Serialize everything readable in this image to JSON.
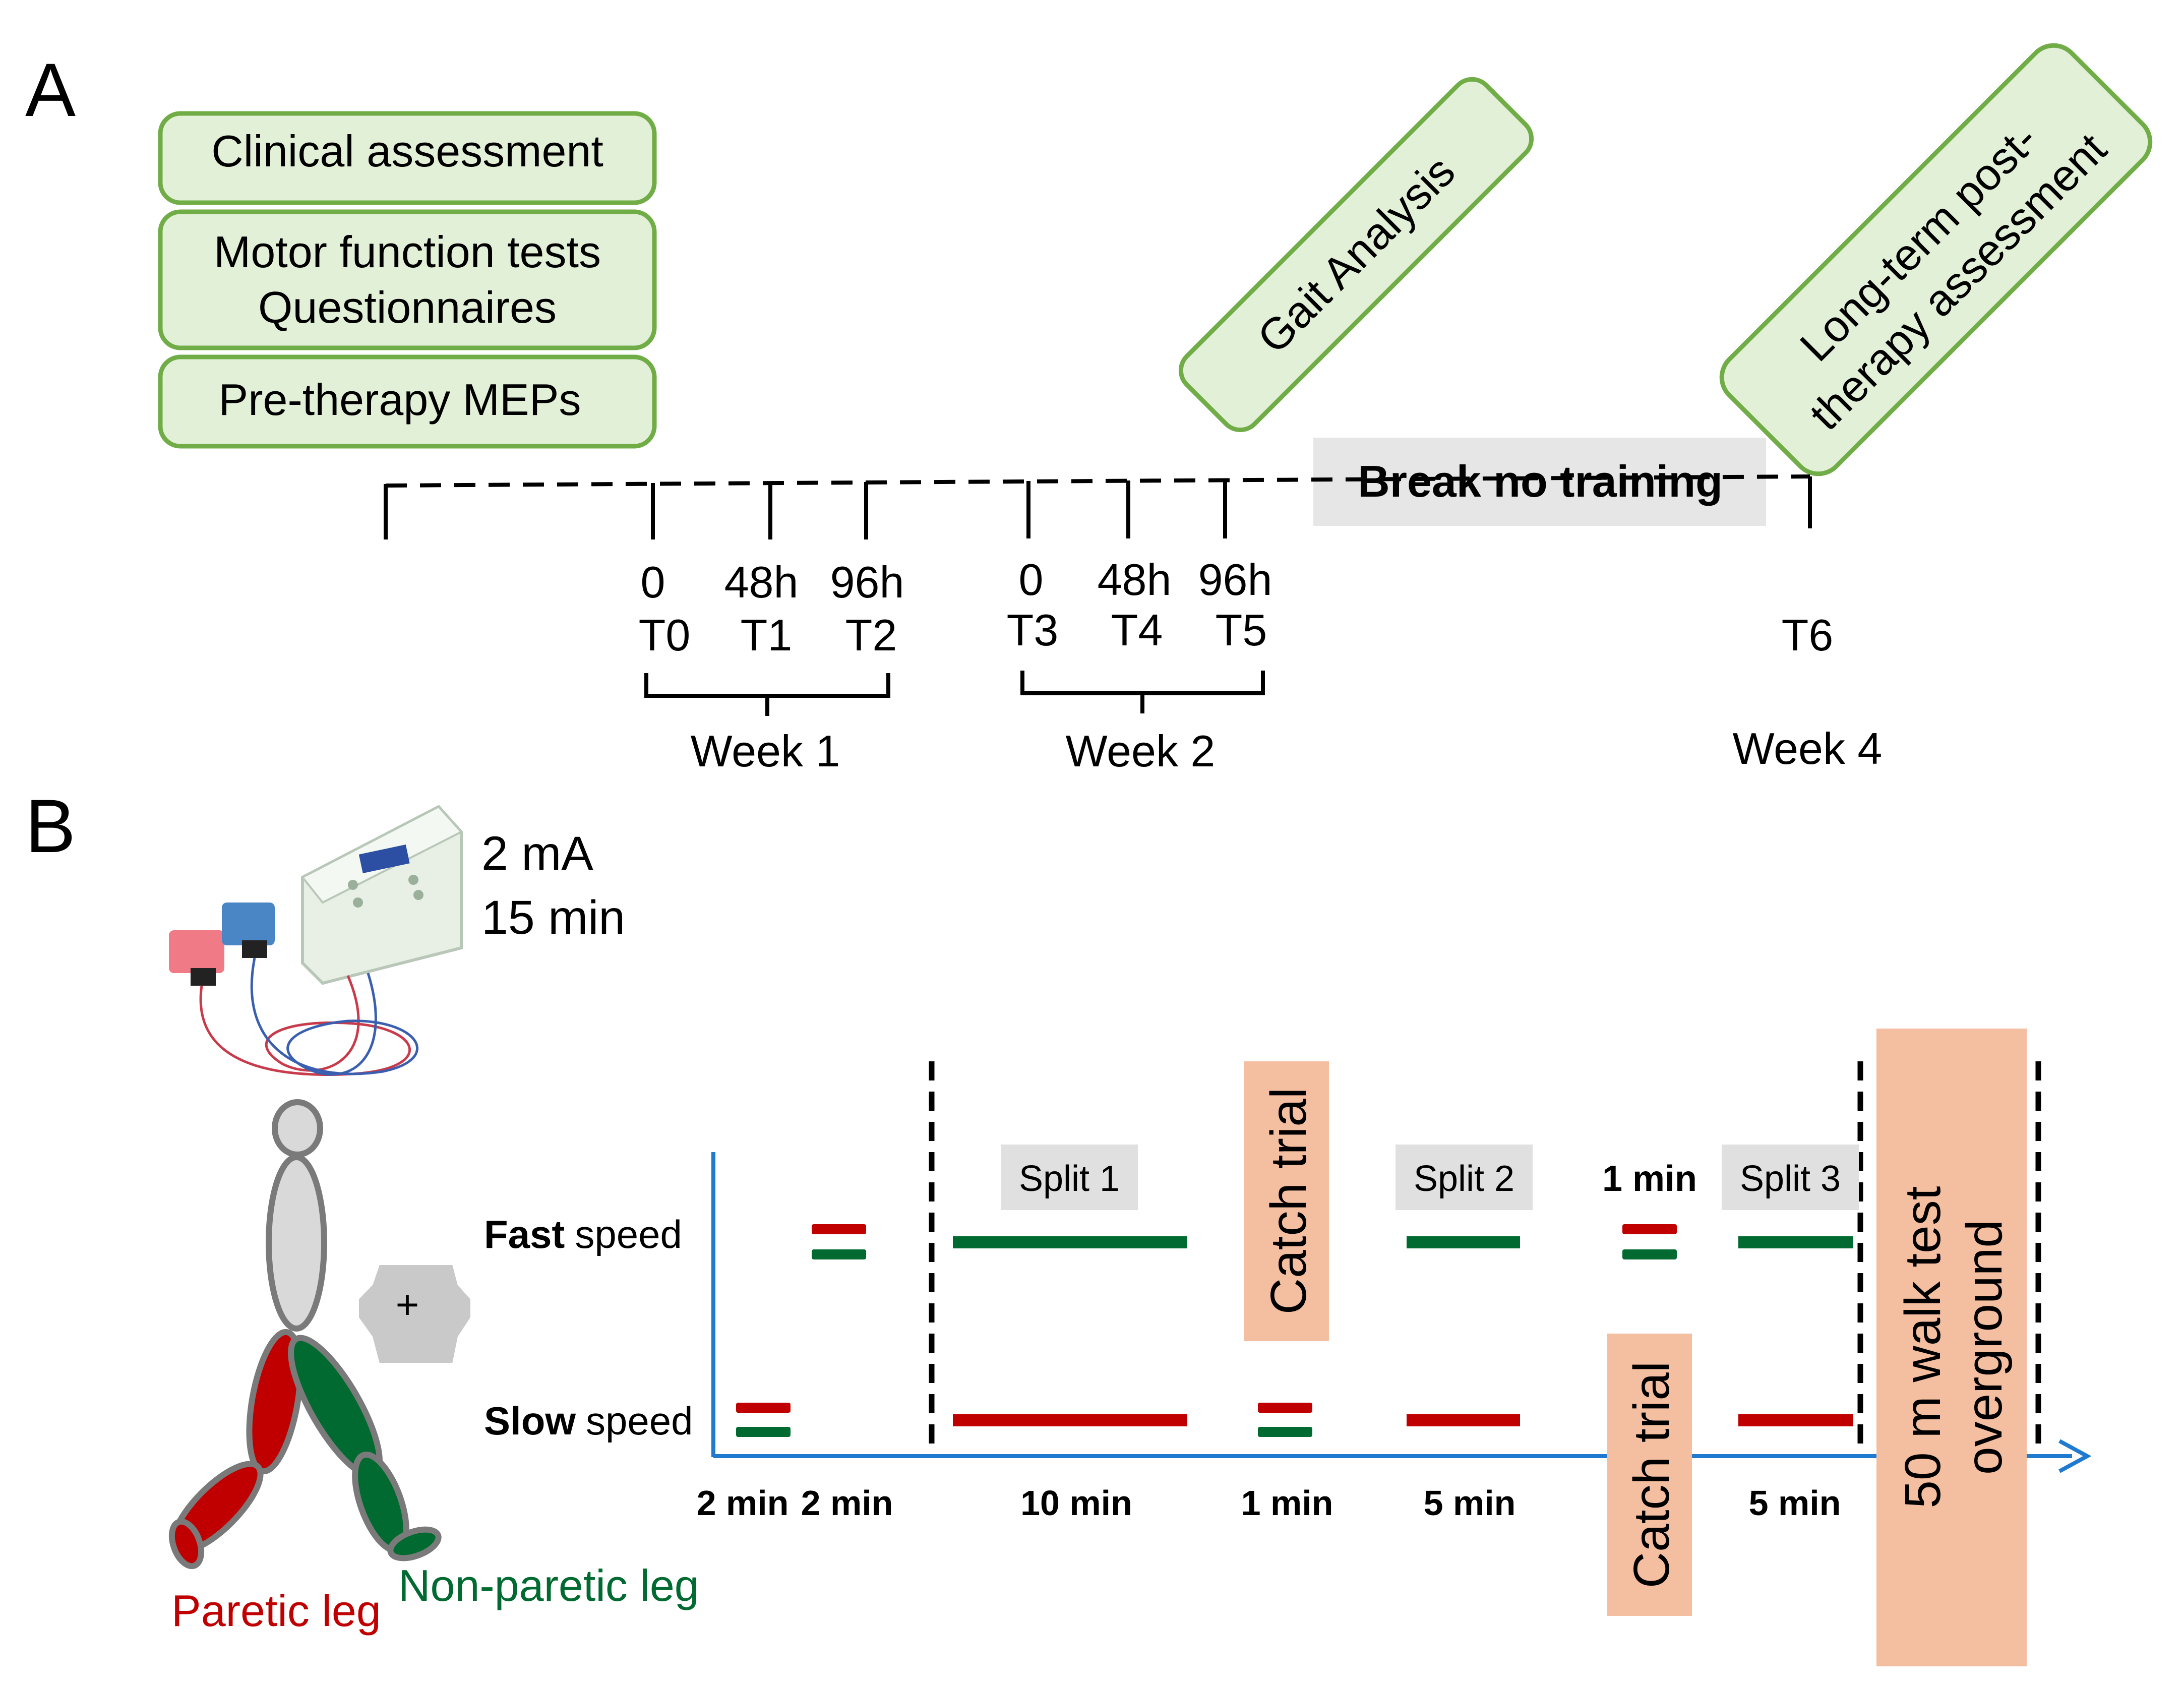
{
  "panel_a": {
    "label": "A",
    "boxes": {
      "clinical": "Clinical assessment",
      "motor_line1": "Motor function tests",
      "motor_line2": "Questionnaires",
      "meps": "Pre-therapy MEPs",
      "gait": "Gait Analysis",
      "longterm_line1": "Long-term post-",
      "longterm_line2": "therapy assessment"
    },
    "break_label": "Break no training",
    "timepoints": [
      {
        "hour": "0",
        "code": "T0"
      },
      {
        "hour": "48h",
        "code": "T1"
      },
      {
        "hour": "96h",
        "code": "T2"
      },
      {
        "hour": "0",
        "code": "T3"
      },
      {
        "hour": "48h",
        "code": "T4"
      },
      {
        "hour": "96h",
        "code": "T5"
      },
      {
        "hour": "",
        "code": "T6"
      }
    ],
    "weeks": [
      "Week 1",
      "Week 2",
      "Week 4"
    ]
  },
  "panel_b": {
    "label": "B",
    "stim_current": "2 mA",
    "stim_duration": "15 min",
    "polarity_symbol": "+",
    "fast_bold": "Fast",
    "slow_bold": "Slow",
    "speed_word": "speed",
    "paretic_leg": "Paretic leg",
    "non_paretic_leg": "Non-paretic leg",
    "splits": [
      "Split 1",
      "Split 2",
      "Split 3"
    ],
    "catch_trial": "Catch trial",
    "one_min_label": "1 min",
    "walk_test_line1": "50 m walk test",
    "walk_test_line2": "overground",
    "durations": [
      "2 min",
      "2 min",
      "10 min",
      "1 min",
      "5 min",
      "5 min"
    ],
    "colors": {
      "paretic": "#c00000",
      "non_paretic": "#006a30",
      "green_box_fill": "#e3f0d8",
      "green_box_stroke": "#70ad47",
      "catch_fill": "#f4bea0",
      "split_fill": "#e0e0e0",
      "axis": "#1f7ad0"
    }
  }
}
